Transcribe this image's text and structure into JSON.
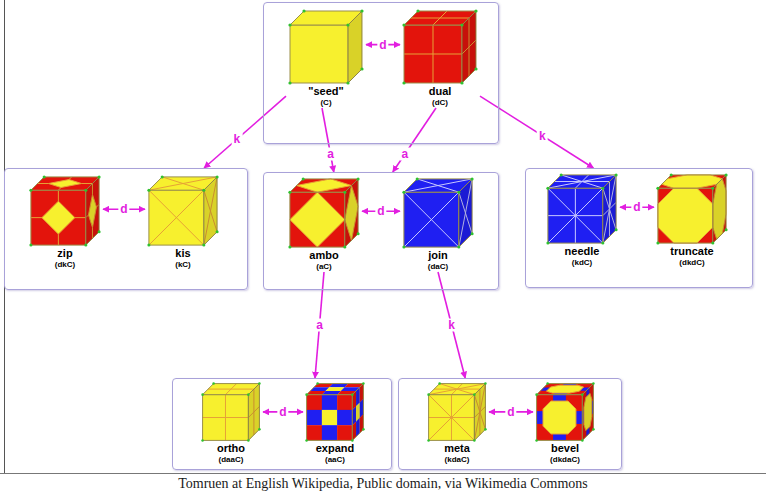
{
  "diagram": {
    "caption": "Tomruen at English Wikipedia, Public domain, via Wikimedia Commons",
    "nodes": [
      {
        "text": []
      },
      {
        "text": [
          "\"seed\"",
          "(C)"
        ],
        "in": 0
      },
      {
        "text": [
          "dual",
          "(dC)"
        ],
        "in": 0
      },
      {
        "text": []
      },
      {
        "text": [
          "zip",
          "(dkC)"
        ],
        "in": 3
      },
      {
        "text": [
          "kis",
          "(kC)"
        ],
        "in": 3
      },
      {
        "text": []
      },
      {
        "text": [
          "ambo",
          "(aC)"
        ],
        "in": 6
      },
      {
        "text": [
          "join",
          "(daC)"
        ],
        "in": 6
      },
      {
        "text": []
      },
      {
        "text": [
          "needle",
          "(kdC)"
        ],
        "in": 9
      },
      {
        "text": [
          "truncate",
          "(dkdC)"
        ],
        "in": 9
      },
      {
        "text": []
      },
      {
        "text": [
          "ortho",
          "(daaC)"
        ],
        "in": 12
      },
      {
        "text": [
          "expand",
          "(aaC)"
        ],
        "in": 12
      },
      {
        "text": []
      },
      {
        "text": [
          "meta",
          "(kdaC)"
        ],
        "in": 15
      },
      {
        "text": [
          "bevel",
          "(dkdaC)"
        ],
        "in": 15
      }
    ],
    "edges": [
      {
        "from": 1,
        "to": 2,
        "label": "d",
        "arrow": "both"
      },
      {
        "from": 4,
        "to": 5,
        "label": "d",
        "arrow": "both"
      },
      {
        "from": 7,
        "to": 8,
        "label": "d",
        "arrow": "both"
      },
      {
        "from": 10,
        "to": 11,
        "label": "d",
        "arrow": "both"
      },
      {
        "from": 13,
        "to": 14,
        "label": "d",
        "arrow": "both"
      },
      {
        "from": 16,
        "to": 17,
        "label": "d",
        "arrow": "both"
      },
      {
        "from": 1,
        "to": 3,
        "label": "k",
        "arrow": "to"
      },
      {
        "from": 1,
        "to": 6,
        "label": "a",
        "arrow": "to"
      },
      {
        "from": 2,
        "to": 6,
        "label": "a",
        "arrow": "to"
      },
      {
        "from": 2,
        "to": 9,
        "label": "k",
        "arrow": "to"
      },
      {
        "from": 7,
        "to": 12,
        "label": "a",
        "arrow": "to"
      },
      {
        "from": 8,
        "to": 15,
        "label": "k",
        "arrow": "to"
      }
    ]
  }
}
